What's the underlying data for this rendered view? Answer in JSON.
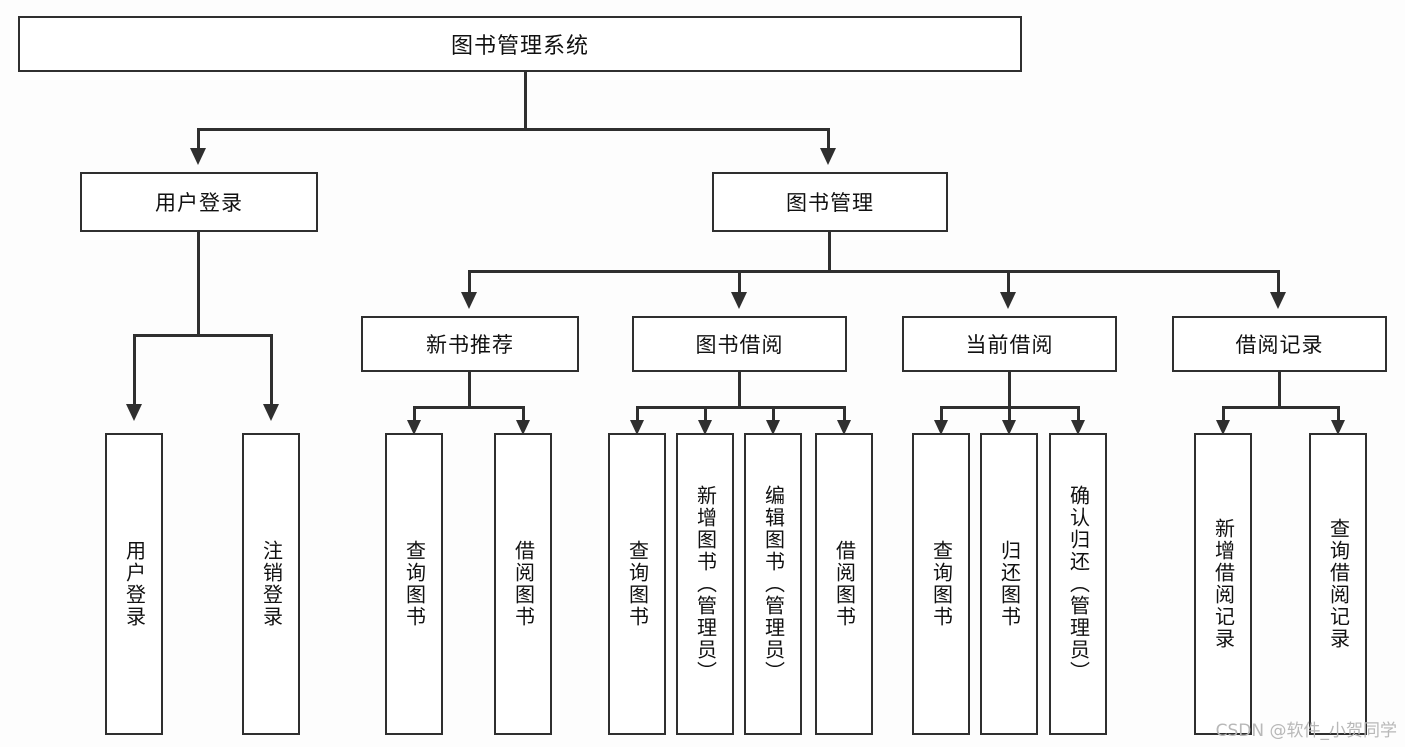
{
  "diagram": {
    "type": "hierarchy-tree",
    "title": "图书管理系统",
    "root": {
      "label": "图书管理系统"
    },
    "level1": [
      {
        "label": "用户登录"
      },
      {
        "label": "图书管理"
      }
    ],
    "level2": [
      {
        "label": "新书推荐"
      },
      {
        "label": "图书借阅"
      },
      {
        "label": "当前借阅"
      },
      {
        "label": "借阅记录"
      }
    ],
    "leaves": {
      "user_login": [
        {
          "label": "用户登录"
        },
        {
          "label": "注销登录"
        }
      ],
      "new_book_recommend": [
        {
          "label": "查询图书"
        },
        {
          "label": "借阅图书"
        }
      ],
      "book_borrow": [
        {
          "label": "查询图书"
        },
        {
          "label": "新增图书（管理员）"
        },
        {
          "label": "编辑图书（管理员）"
        },
        {
          "label": "借阅图书"
        }
      ],
      "current_borrow": [
        {
          "label": "查询图书"
        },
        {
          "label": "归还图书"
        },
        {
          "label": "确认归还（管理员）"
        }
      ],
      "borrow_record": [
        {
          "label": "新增借阅记录"
        },
        {
          "label": "查询借阅记录"
        }
      ]
    }
  },
  "watermark": {
    "text": "CSDN @软件_小贺同学"
  },
  "colors": {
    "stroke": "#2f2f2f",
    "box_fill": "#ffffff",
    "text": "#111111",
    "background": "#fdfdfd",
    "watermark": "#b8b8b8"
  }
}
